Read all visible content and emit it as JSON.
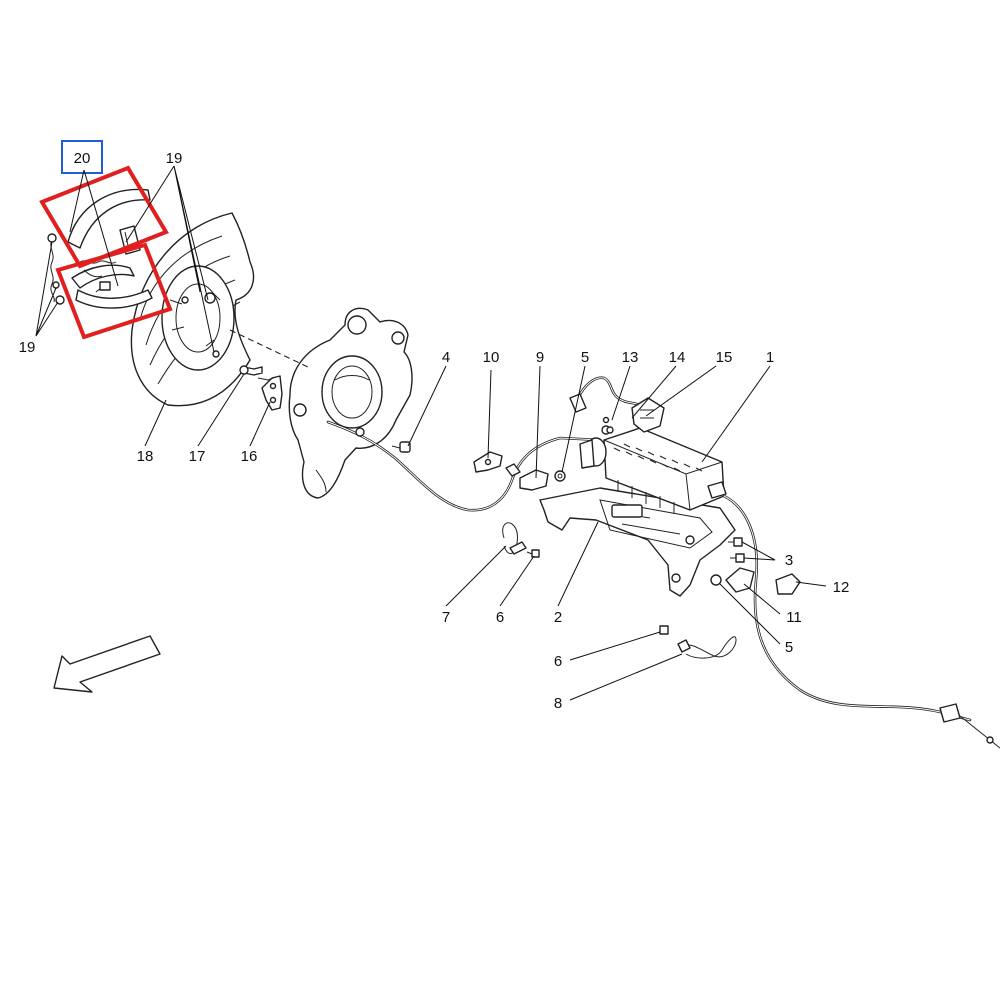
{
  "colors": {
    "highlight_red": "#e01f1f",
    "highlight_blue": "#1f5fd6",
    "line": "#222222"
  },
  "callouts": {
    "c1": "1",
    "c2": "2",
    "c3": "3",
    "c4": "4",
    "c5a": "5",
    "c5b": "5",
    "c6a": "6",
    "c6b": "6",
    "c7": "7",
    "c8": "8",
    "c9": "9",
    "c10": "10",
    "c11": "11",
    "c12": "12",
    "c13": "13",
    "c14": "14",
    "c15": "15",
    "c16": "16",
    "c17": "17",
    "c18": "18",
    "c19a": "19",
    "c19b": "19",
    "c20": "20"
  },
  "icons": {
    "direction": "front-direction-arrow-icon"
  }
}
